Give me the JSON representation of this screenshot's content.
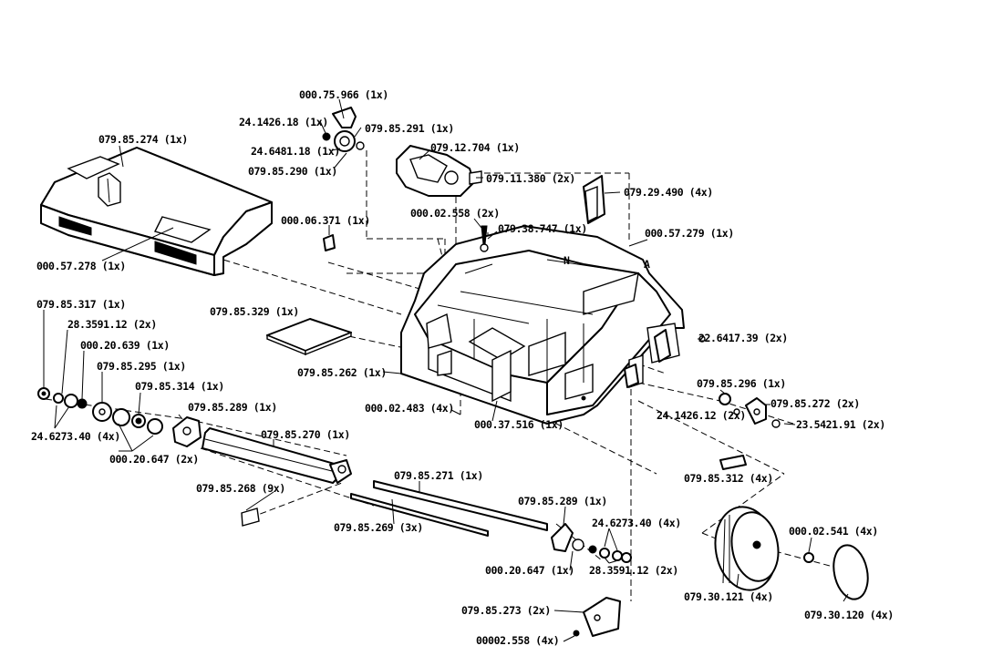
{
  "labels": {
    "p075966": "000.75.966 (1x)",
    "p142618": "24.1426.18 (1x)",
    "p085291": "079.85.291 (1x)",
    "p648118": "24.6481.18 (1x)",
    "p085290": "079.85.290 (1x)",
    "p012704": "079.12.704 (1x)",
    "p011380": "079.11.380 (2x)",
    "p085274": "079.85.274 (1x)",
    "p029490": "079.29.490 (4x)",
    "p002558a": "000.02.558 (2x)",
    "p038747": "079.38.747 (1x)",
    "p006371": "000.06.371 (1x)",
    "p057279": "000.57.279 (1x)",
    "p057278": "000.57.278 (1x)",
    "p085317": "079.85.317 (1x)",
    "p359112a": "28.3591.12 (2x)",
    "p085329": "079.85.329 (1x)",
    "p020639": "000.20.639 (1x)",
    "p641739": "22.6417.39 (2x)",
    "p085295": "079.85.295 (1x)",
    "p085262": "079.85.262 (1x)",
    "p085314": "079.85.314 (1x)",
    "p085296": "079.85.296 (1x)",
    "p085272": "079.85.272 (2x)",
    "p085289a": "079.85.289 (1x)",
    "p002483": "000.02.483 (4x)",
    "p037516": "000.37.516 (1x)",
    "p142612": "24.1426.12 (2x)",
    "p542191": "23.5421.91 (2x)",
    "p627340a": "24.6273.40 (4x)",
    "p085270": "079.85.270 (1x)",
    "p020647a": "000.20.647 (2x)",
    "p085312": "079.85.312 (4x)",
    "p085268": "079.85.268 (9x)",
    "p085271": "079.85.271 (1x)",
    "p085289b": "079.85.289 (1x)",
    "p627340b": "24.6273.40 (4x)",
    "p085269": "079.85.269 (3x)",
    "p002541": "000.02.541 (4x)",
    "p020647b": "000.20.647 (1x)",
    "p359112b": "28.3591.12 (2x)",
    "p030121": "079.30.121 (4x)",
    "p030120": "079.30.120 (4x)",
    "p085273": "079.85.273 (2x)",
    "p002558b": "00002.558 (4x)",
    "markA": "A",
    "markN": "N"
  }
}
